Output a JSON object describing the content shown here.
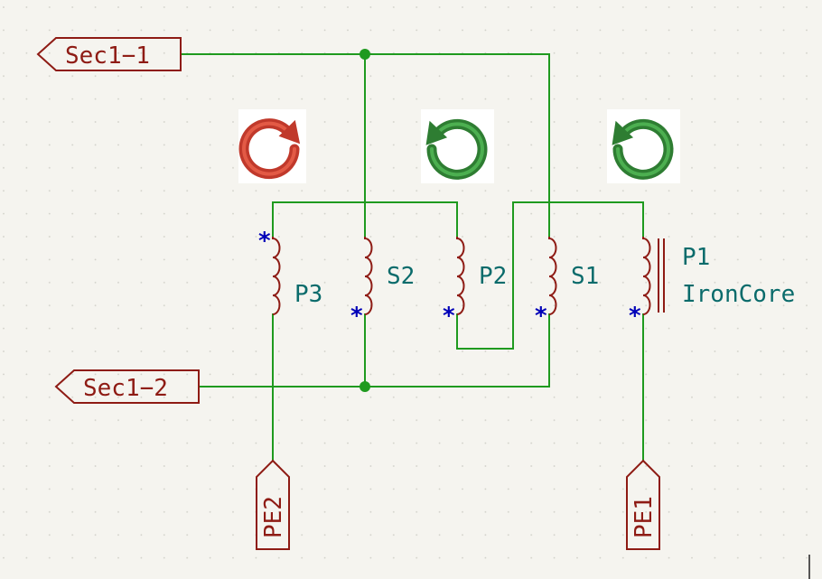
{
  "schematic": {
    "colors": {
      "wire": "#1f9a1f",
      "junction": "#1f9a1f",
      "component": "#8e1b14",
      "ref_text": "#0a6b6b",
      "value_text": "#0a6b6b",
      "dot_marker": "#0000b8",
      "grid": "#cfcfc7",
      "background": "#f5f4ef",
      "arrow_ccw": "#2e7d32",
      "arrow_cw": "#c0392b"
    },
    "global_labels": {
      "sec1_1": "Sec1−1",
      "sec1_2": "Sec1−2",
      "pe1": "PE1",
      "pe2": "PE2"
    },
    "inductors": {
      "p3": {
        "ref": "P3"
      },
      "s2": {
        "ref": "S2"
      },
      "p2": {
        "ref": "P2"
      },
      "s1": {
        "ref": "S1"
      },
      "p1": {
        "ref": "P1",
        "value": "IronCore"
      }
    },
    "polarity_mark": "*",
    "rotation_icons": [
      {
        "name": "clockwise-arrow-icon",
        "direction": "clockwise"
      },
      {
        "name": "counterclockwise-arrow-icon",
        "direction": "counterclockwise"
      },
      {
        "name": "counterclockwise-arrow-icon",
        "direction": "counterclockwise"
      }
    ]
  }
}
